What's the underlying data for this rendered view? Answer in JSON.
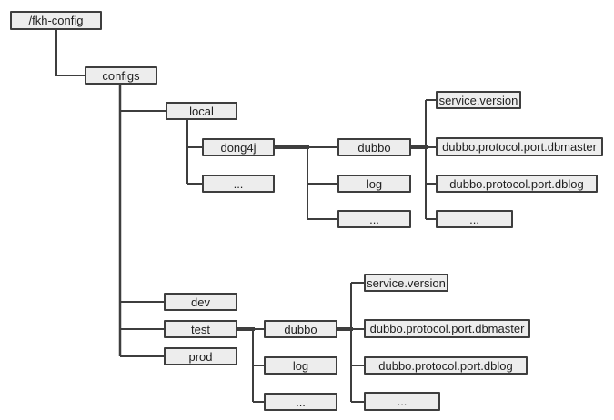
{
  "diagram_type": "tree",
  "colors": {
    "background": "#ffffff",
    "box_fill": "#ededed",
    "box_border": "#3e3e3e",
    "line": "#3e3e3e",
    "text": "#1f1f1f"
  },
  "nodes": {
    "root": "/fkh-config",
    "configs": "configs",
    "local": "local",
    "dong4j": "dong4j",
    "local_more": "...",
    "dubbo_top": "dubbo",
    "log_top": "log",
    "dong4j_more": "...",
    "service_version_top": "service.version",
    "dbmaster_top": "dubbo.protocol.port.dbmaster",
    "dblog_top": "dubbo.protocol.port.dblog",
    "dubbo_top_more": "...",
    "dev": "dev",
    "test": "test",
    "prod": "prod",
    "dubbo_bottom": "dubbo",
    "log_bottom": "log",
    "test_more": "...",
    "service_version_bottom": "service.version",
    "dbmaster_bottom": "dubbo.protocol.port.dbmaster",
    "dblog_bottom": "dubbo.protocol.port.dblog",
    "dubbo_bottom_more": "..."
  },
  "hierarchy": {
    "/fkh-config": {
      "configs": {
        "local": {
          "dong4j": {
            "dubbo": [
              "service.version",
              "dubbo.protocol.port.dbmaster",
              "dubbo.protocol.port.dblog",
              "..."
            ],
            "log": {},
            "...": {}
          },
          "...": {}
        },
        "dev": {},
        "test": {
          "dubbo": [
            "service.version",
            "dubbo.protocol.port.dbmaster",
            "dubbo.protocol.port.dblog",
            "..."
          ],
          "log": {},
          "...": {}
        },
        "prod": {}
      }
    }
  }
}
